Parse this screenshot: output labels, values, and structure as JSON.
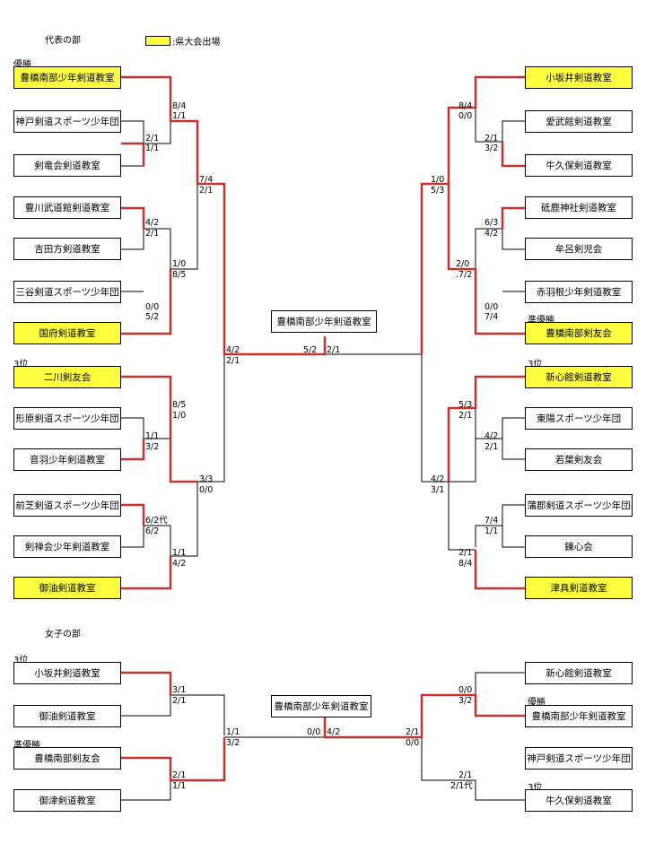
{
  "section_boys": "代表の部",
  "section_girls": "女子の部",
  "legend": {
    "text": ":県大会出場",
    "color": "#ffff40"
  },
  "colors": {
    "winner_line": "#c8322d",
    "line": "#000000",
    "highlight": "#ffff40"
  },
  "boys": {
    "champion": "豊橋南部少年剣道教室",
    "final_scores": {
      "left": "5/2",
      "right": "2/1"
    },
    "teams_left": [
      "豊橋南部少年剣道教室",
      "神戸剣道スポーツ少年団",
      "剣竜会剣道教室",
      "豊川武道館剣道教室",
      "吉田方剣道教室",
      "三谷剣道スポーツ少年団",
      "国府剣道教室",
      "二川剣友会",
      "形原剣道スポーツ少年団",
      "音羽少年剣道教室",
      "前芝剣道スポーツ少年団",
      "剣禅会少年剣道教室",
      "御油剣道教室"
    ],
    "teams_right": [
      "小坂井剣道教室",
      "愛武館剣道教室",
      "牛久保剣道教室",
      "砥鹿神社剣道教室",
      "牟呂剣児会",
      "赤羽根少年剣道教室",
      "豊橋南部剣友会",
      "新心館剣道教室",
      "東陽スポーツ少年団",
      "若葉剣友会",
      "蒲郡剣道スポーツ少年団",
      "錬心会",
      "津具剣道教室"
    ],
    "placements": {
      "p1": "優勝",
      "p3a": "3位",
      "p2": "準優勝",
      "p3b": "3位"
    },
    "scores": {
      "l_top_r1": [
        "8/4",
        "1/1"
      ],
      "l_top_r1b": [
        "2/1",
        "1/1"
      ],
      "l_top_r1c": [
        "4/2",
        "2/1"
      ],
      "l_top_r1d": [
        "0/0",
        "5/2"
      ],
      "l_top_r2a": [
        "7/4",
        "2/1"
      ],
      "l_top_r2b": [
        "1/0",
        "8/5"
      ],
      "l_r3": [
        "4/2",
        "2/1"
      ],
      "l_bot_r1a": [
        "8/5",
        "1/0"
      ],
      "l_bot_r1b": [
        "1/1",
        "3/2"
      ],
      "l_bot_r1c": [
        "6/2代",
        "6/2"
      ],
      "l_bot_r2a": [
        "3/3",
        "0/0"
      ],
      "l_bot_r2b": [
        "1/1",
        "4/2"
      ],
      "r_top_r1a": [
        "8/4",
        "0/0"
      ],
      "r_top_r1b": [
        "2/1",
        "3/2"
      ],
      "r_top_r1c": [
        "6/3",
        "4/2"
      ],
      "r_top_r1d": [
        "0/0",
        "7/4"
      ],
      "r_top_r2a": [
        "1/0",
        "5/3"
      ],
      "r_top_r2b": [
        "2/0",
        ".7/2"
      ],
      "r_bot_r1a": [
        "5/3",
        "2/1"
      ],
      "r_bot_r1b": [
        "4/2",
        "2/1"
      ],
      "r_bot_r1c": [
        "7/4",
        "1/1"
      ],
      "r_bot_r2a": [
        "4/2",
        "3/1"
      ],
      "r_bot_r2b": [
        "2/1",
        "8/4"
      ]
    }
  },
  "girls": {
    "champion": "豊橋南部少年剣道教室",
    "final_scores": {
      "left": "0/0",
      "right": "4/2"
    },
    "teams_left": [
      "小坂井剣道教室",
      "御油剣道教室",
      "豊橋南部剣友会",
      "御津剣道教室"
    ],
    "teams_right": [
      "新心館剣道教室",
      "豊橋南部少年剣道教室",
      "神戸剣道スポーツ少年団",
      "牛久保剣道教室"
    ],
    "placements": {
      "l1": "3位",
      "l3": "準優勝",
      "r2": "優勝",
      "r4": "3位"
    },
    "scores": {
      "l_r1a": [
        "3/1",
        "2/1"
      ],
      "l_r1b": [
        "2/1",
        "1/1"
      ],
      "l_r2": [
        "1/1",
        "3/2"
      ],
      "r_r1a": [
        "0/0",
        "3/2"
      ],
      "r_r1b": [
        "2/1",
        "2/1代"
      ],
      "r_r2": [
        "2/1",
        "0/0"
      ]
    }
  }
}
